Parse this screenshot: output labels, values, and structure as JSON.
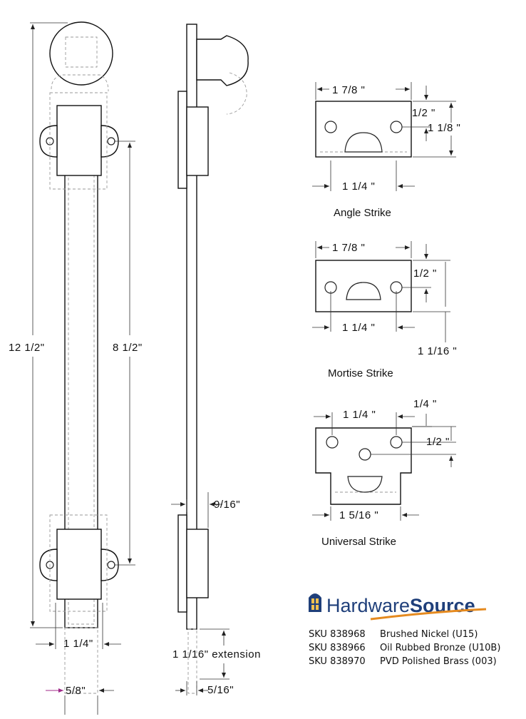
{
  "bolt": {
    "overall_length": "12 1/2\"",
    "mount_spacing": "8 1/2\"",
    "body_width": "1 1/4\"",
    "bolt_diameter": "5/8\"",
    "bolt_thickness": "9/16\"",
    "extension": "1 1/16\" extension",
    "side_depth": "5/16\""
  },
  "angle_strike": {
    "width": "1 7/8 \"",
    "hole_offset": "1/2 \"",
    "height": "1 1/8 \"",
    "hole_spacing": "1 1/4 \"",
    "caption": "Angle Strike"
  },
  "mortise_strike": {
    "width": "1 7/8 \"",
    "hole_offset": "1/2 \"",
    "hole_spacing": "1 1/4 \"",
    "height": "1  1/16 \"",
    "caption": "Mortise Strike"
  },
  "universal_strike": {
    "hole_spacing": "1 1/4 \"",
    "edge_offset": "1/4 \"",
    "hole_offset": "1/2 \"",
    "width": "1  5/16 \"",
    "caption": "Universal Strike"
  },
  "brand": {
    "name_regular": "Hardware",
    "name_bold": "Source",
    "text_color": "#1f3f7a",
    "swoosh_color": "#e58a1f"
  },
  "skus": [
    {
      "sku": "SKU 838968",
      "finish": "Brushed Nickel (U15)"
    },
    {
      "sku": "SKU 838966",
      "finish": "Oil Rubbed Bronze (U10B)"
    },
    {
      "sku": "SKU 838970",
      "finish": "PVD Polished Brass (003)"
    }
  ]
}
